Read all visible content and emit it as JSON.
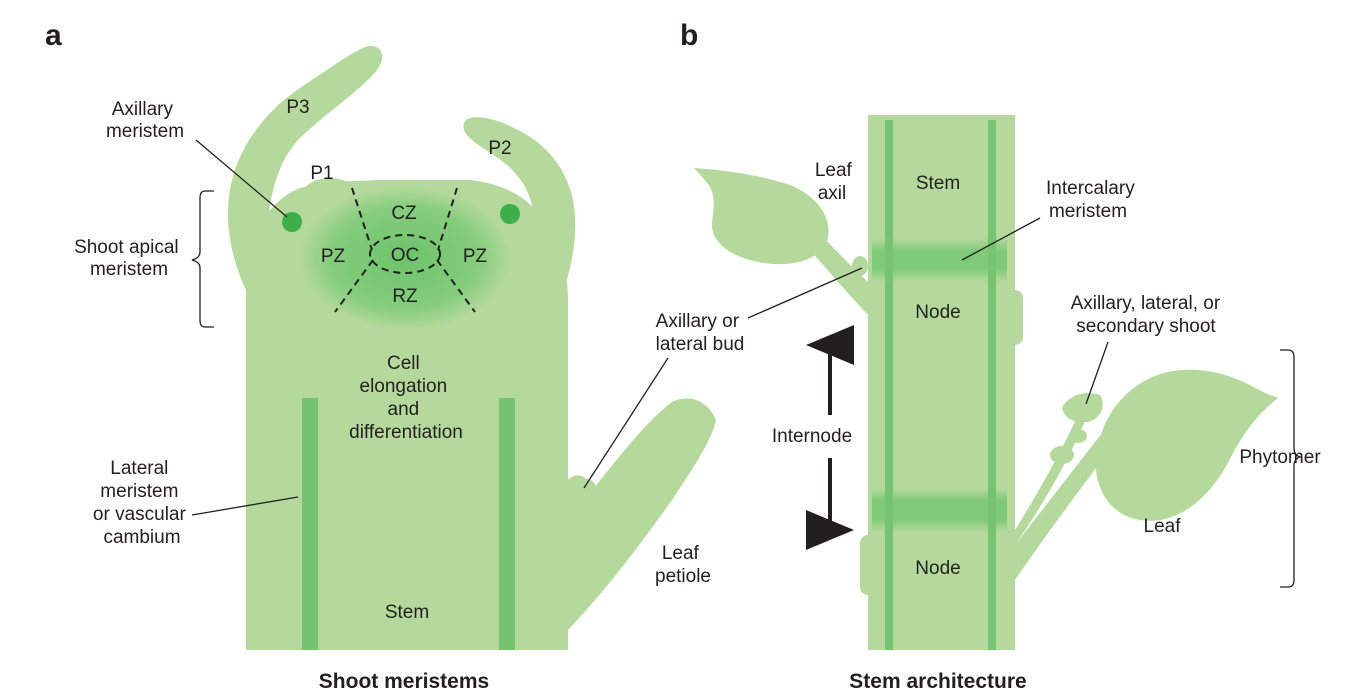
{
  "colors": {
    "tissue": "#b5d99c",
    "vascular": "#76c470",
    "meristem_core": "#7fcb78",
    "meristem_dot": "#3dae4a",
    "ink": "#231f20"
  },
  "panel_a": {
    "letter": "a",
    "caption": "Shoot meristems",
    "labels": {
      "p3": "P3",
      "p2": "P2",
      "p1": "P1",
      "axillary_meristem": [
        "Axillary",
        "meristem"
      ],
      "shoot_apical_meristem": [
        "Shoot apical",
        "meristem"
      ],
      "cz": "CZ",
      "pz_left": "PZ",
      "oc": "OC",
      "pz_right": "PZ",
      "rz": "RZ",
      "cell_elongation": [
        "Cell",
        "elongation",
        "and",
        "differentiation"
      ],
      "lateral_meristem": [
        "Lateral",
        "meristem",
        "or vascular",
        "cambium"
      ],
      "stem": "Stem",
      "axillary_bud": [
        "Axillary or",
        "lateral bud"
      ],
      "leaf_petiole": [
        "Leaf",
        "petiole"
      ]
    }
  },
  "panel_b": {
    "letter": "b",
    "caption": "Stem architecture",
    "labels": {
      "leaf_axil": [
        "Leaf",
        "axil"
      ],
      "stem": "Stem",
      "intercalary_meristem": [
        "Intercalary",
        "meristem"
      ],
      "node_top": "Node",
      "internode": "Internode",
      "node_bottom": "Node",
      "axillary_shoot": [
        "Axillary, lateral, or",
        "secondary shoot"
      ],
      "phytomer": "Phytomer",
      "leaf": "Leaf"
    }
  }
}
